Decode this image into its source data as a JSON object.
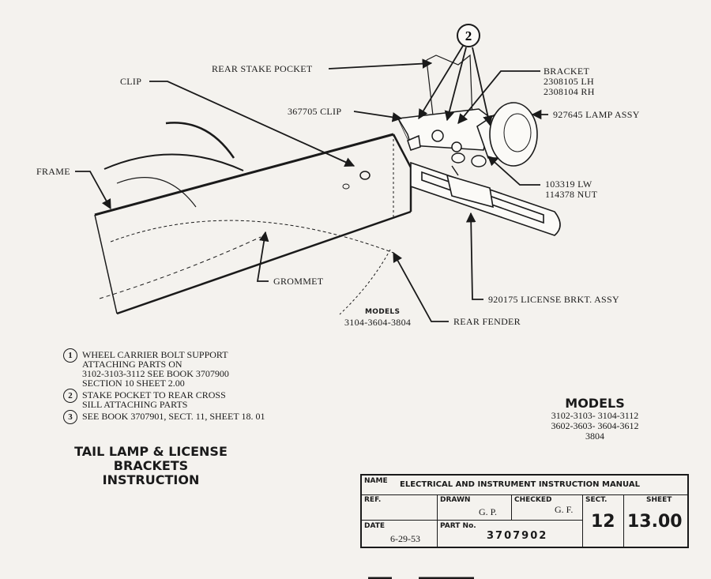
{
  "callouts": {
    "circle_2": "2",
    "rear_stake_pocket": "REAR STAKE POCKET",
    "bracket": "BRACKET",
    "bracket_lh": "2308105 LH",
    "bracket_rh": "2308104 RH",
    "clip": "CLIP",
    "clip_367705": "367705 CLIP",
    "lamp_assy": "927645  LAMP ASSY",
    "frame": "FRAME",
    "lw": "103319 LW",
    "nut": "114378 NUT",
    "grommet": "GROMMET",
    "license_brkt": "920175 LICENSE BRKT. ASSY",
    "models_small": "MODELS",
    "models_small_list": "3104-3604-3804",
    "rear_fender": "REAR FENDER"
  },
  "notes": [
    {
      "num": "1",
      "lines": [
        "WHEEL CARRIER BOLT SUPPORT",
        "ATTACHING PARTS ON",
        "3102-3103-3112  SEE BOOK 3707900",
        "SECTION 10  SHEET 2.00"
      ]
    },
    {
      "num": "2",
      "lines": [
        "STAKE POCKET TO REAR CROSS",
        "SILL ATTACHING PARTS"
      ]
    },
    {
      "num": "3",
      "lines": [
        "SEE BOOK 3707901, SECT. 11, SHEET 18. 01"
      ]
    }
  ],
  "main_title": {
    "line1": "TAIL LAMP & LICENSE BRACKETS",
    "line2": "INSTRUCTION"
  },
  "models_block": {
    "title": "MODELS",
    "line1": "3102-3103- 3104-3112",
    "line2": "3602-3603- 3604-3612",
    "line3": "3804"
  },
  "title_block": {
    "name_caption": "NAME",
    "name_value": "ELECTRICAL  AND  INSTRUMENT  INSTRUCTION  MANUAL",
    "ref_caption": "REF.",
    "drawn_caption": "DRAWN",
    "drawn_value": "G. P.",
    "checked_caption": "CHECKED",
    "checked_value": "G. F.",
    "sect_caption": "SECT.",
    "sect_value": "12",
    "sheet_caption": "SHEET",
    "sheet_value": "13.00",
    "date_caption": "DATE",
    "date_value": "6-29-53",
    "part_caption": "PART No.",
    "part_value": "3707902"
  }
}
